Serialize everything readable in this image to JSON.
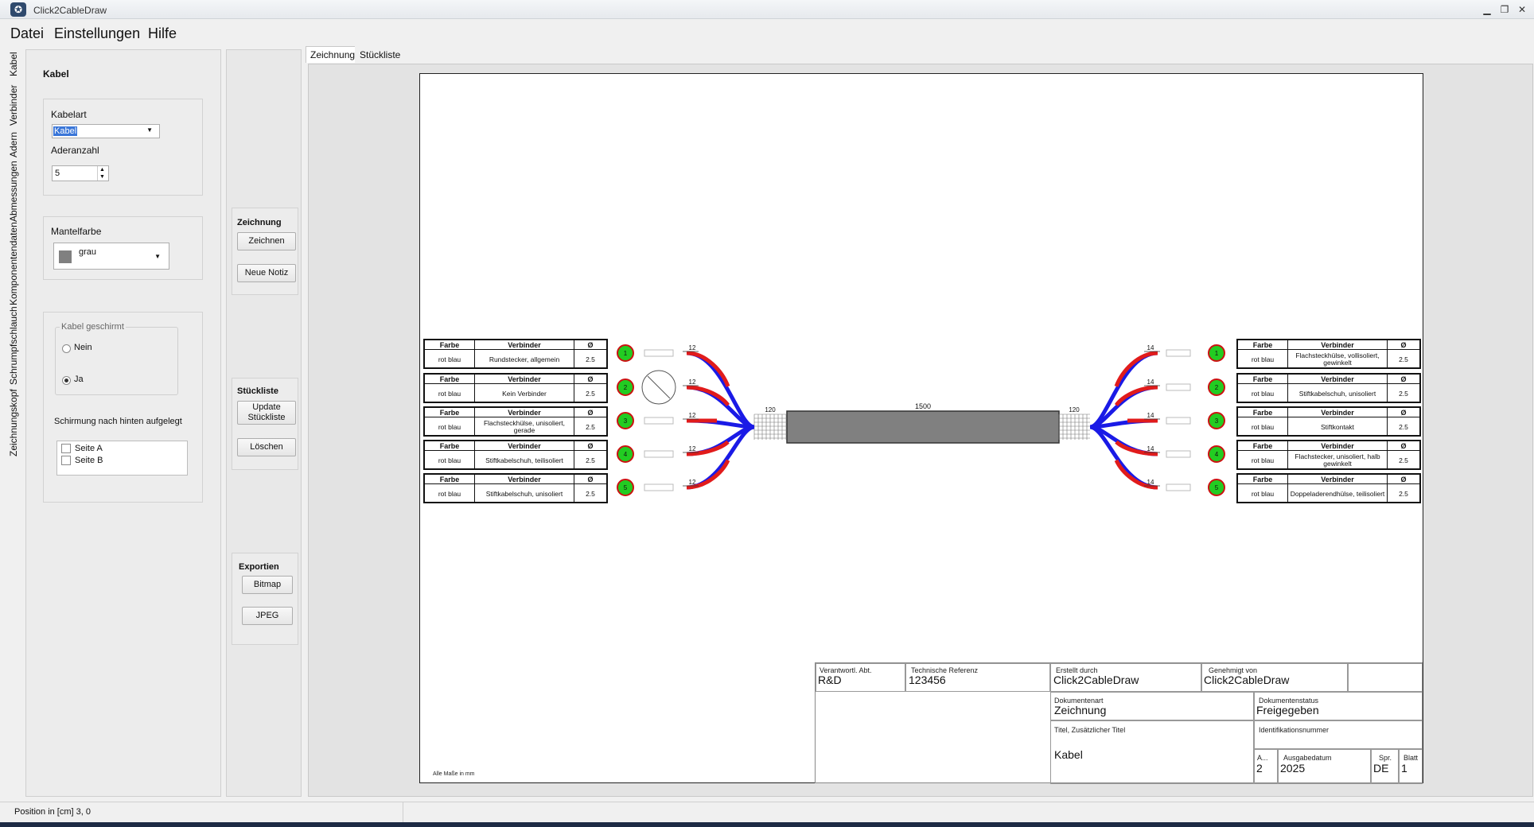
{
  "window": {
    "title": "Click2CableDraw",
    "minimize": "▁",
    "restore": "❐",
    "close": "✕"
  },
  "menu": [
    "Datei",
    "Einstellungen",
    "Hilfe"
  ],
  "vtabs": [
    "Kabel",
    "Verbinder",
    "Adern",
    "Abmessungen",
    "Komponentendaten",
    "Schrumpfschlauch",
    "Zeichnungskopf"
  ],
  "kabel_panel": {
    "title": "Kabel",
    "kabelart_label": "Kabelart",
    "kabelart_value": "Kabel",
    "aderanzahl_label": "Aderanzahl",
    "aderanzahl_value": "5",
    "mantelfarbe_label": "Mantelfarbe",
    "mantelfarbe_value": "grau",
    "mantelfarbe_color": "#808080",
    "geschirmt_label": "Kabel geschirmt",
    "nein_label": "Nein",
    "ja_label": "Ja",
    "schirmung_label": "Schirmung nach hinten aufgelegt",
    "seite_a": "Seite A",
    "seite_b": "Seite B"
  },
  "actions": {
    "zeichnung_title": "Zeichnung",
    "zeichnen": "Zeichnen",
    "neue_notiz": "Neue Notiz",
    "stueckliste_title": "Stückliste",
    "update_stueckliste": "Update Stückliste",
    "loeschen": "Löschen",
    "exportien_title": "Exportien",
    "bitmap": "Bitmap",
    "jpeg": "JPEG"
  },
  "drawing_tabs": [
    "Zeichnung",
    "Stückliste"
  ],
  "drawing": {
    "header_farbe": "Farbe",
    "header_verbinder": "Verbinder",
    "header_diameter": "Ø",
    "left_connectors": [
      {
        "n": "1",
        "farbe": "rot blau",
        "verbinder": "Rundstecker, allgemein",
        "d": "2.5",
        "len": "12"
      },
      {
        "n": "2",
        "farbe": "rot blau",
        "verbinder": "Kein Verbinder",
        "d": "2.5",
        "len": "12"
      },
      {
        "n": "3",
        "farbe": "rot blau",
        "verbinder": "Flachsteckhülse, unisoliert, gerade",
        "d": "2.5",
        "len": "12"
      },
      {
        "n": "4",
        "farbe": "rot blau",
        "verbinder": "Stiftkabelschuh, teilisoliert",
        "d": "2.5",
        "len": "12"
      },
      {
        "n": "5",
        "farbe": "rot blau",
        "verbinder": "Stiftkabelschuh, unisoliert",
        "d": "2.5",
        "len": "12"
      }
    ],
    "right_connectors": [
      {
        "n": "1",
        "farbe": "rot blau",
        "verbinder": "Flachsteckhülse, vollisoliert, gewinkelt",
        "d": "2.5",
        "len": "14"
      },
      {
        "n": "2",
        "farbe": "rot blau",
        "verbinder": "Stiftkabelschuh, unisoliert",
        "d": "2.5",
        "len": "14"
      },
      {
        "n": "3",
        "farbe": "rot blau",
        "verbinder": "Stiftkontakt",
        "d": "2.5",
        "len": "14"
      },
      {
        "n": "4",
        "farbe": "rot blau",
        "verbinder": "Flachstecker, unisoliert, halb gewinkelt",
        "d": "2.5",
        "len": "14"
      },
      {
        "n": "5",
        "farbe": "rot blau",
        "verbinder": "Doppeladerendhülse, teilisoliert",
        "d": "2.5",
        "len": "14"
      }
    ],
    "cable_length": "1500",
    "shield_left": "120",
    "shield_right": "120",
    "note": "Alle Maße in mm",
    "wire_red": "#e11b1b",
    "wire_blue": "#1a1ae6",
    "marker_green": "#22cc22",
    "cable_color": "#808080"
  },
  "titleblock": {
    "abt_label": "Verantwortl. Abt.",
    "abt_value": "R&D",
    "ref_label": "Technische Referenz",
    "ref_value": "123456",
    "erstellt_label": "Erstellt durch",
    "erstellt_value": "Click2CableDraw",
    "genehmigt_label": "Genehmigt von",
    "genehmigt_value": "Click2CableDraw",
    "docart_label": "Dokumentenart",
    "docart_value": "Zeichnung",
    "docstatus_label": "Dokumentenstatus",
    "docstatus_value": "Freigegeben",
    "titel_label": "Titel, Zusätzlicher Titel",
    "titel_value": "Kabel",
    "ident_label": "Identifikationsnummer",
    "a_label": "A...",
    "a_value": "2",
    "ausgabe_label": "Ausgabedatum",
    "ausgabe_value": "2025",
    "spr_label": "Spr.",
    "spr_value": "DE",
    "blatt_label": "Blatt",
    "blatt_value": "1"
  },
  "status": {
    "position": "Position in [cm] 3, 0"
  }
}
